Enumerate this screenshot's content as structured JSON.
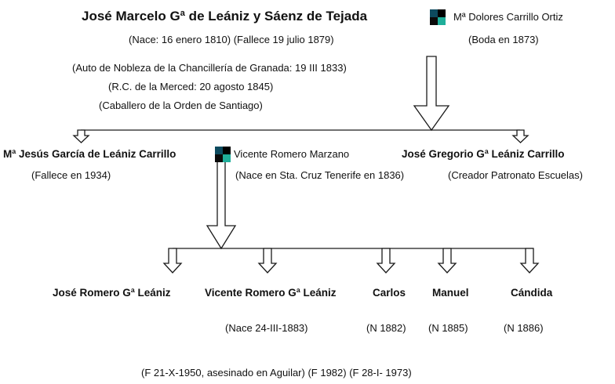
{
  "parents": {
    "father": {
      "name": "José Marcelo Gª de Leániz y Sáenz de Tejada",
      "dates": "(Nace: 16 enero 1810)  (Fallece 19 julio 1879)",
      "nobility": "(Auto de Nobleza de la Chancillería de Granada: 19 III 1833)",
      "merced": "(R.C. de la Merced: 20 agosto 1845)",
      "order": "(Caballero de la Orden de Santiago)"
    },
    "mother": {
      "name": "Mª Dolores Carrillo Ortiz",
      "wedding": "(Boda en 1873)"
    }
  },
  "generation2": {
    "daughter": {
      "name": "Mª Jesús García de Leániz Carrillo",
      "death": "(Fallece en 1934)"
    },
    "spouse": {
      "name": "Vicente Romero Marzano",
      "birth": "(Nace en Sta. Cruz Tenerife en 1836)"
    },
    "son": {
      "name": "José Gregorio Gª Leániz Carrillo",
      "note": "(Creador Patronato Escuelas)"
    }
  },
  "generation3": {
    "children": [
      {
        "name": "José Romero Gª Leániz"
      },
      {
        "name": "Vicente Romero Gª Leániz",
        "birth": "(Nace 24-III-1883)"
      },
      {
        "name": "Carlos",
        "birth": "(N 1882)"
      },
      {
        "name": "Manuel",
        "birth": "(N 1885)"
      },
      {
        "name": "Cándida",
        "birth": "(N 1886)"
      }
    ],
    "deaths_line": "(F  21-X-1950, asesinado en Aguilar)  (F 1982)  (F 28-I- 1973)"
  },
  "colors": {
    "line": "#1a1a1a",
    "marriage_square_dark": "#0d4a5e",
    "marriage_square_light": "#1fae9a"
  }
}
